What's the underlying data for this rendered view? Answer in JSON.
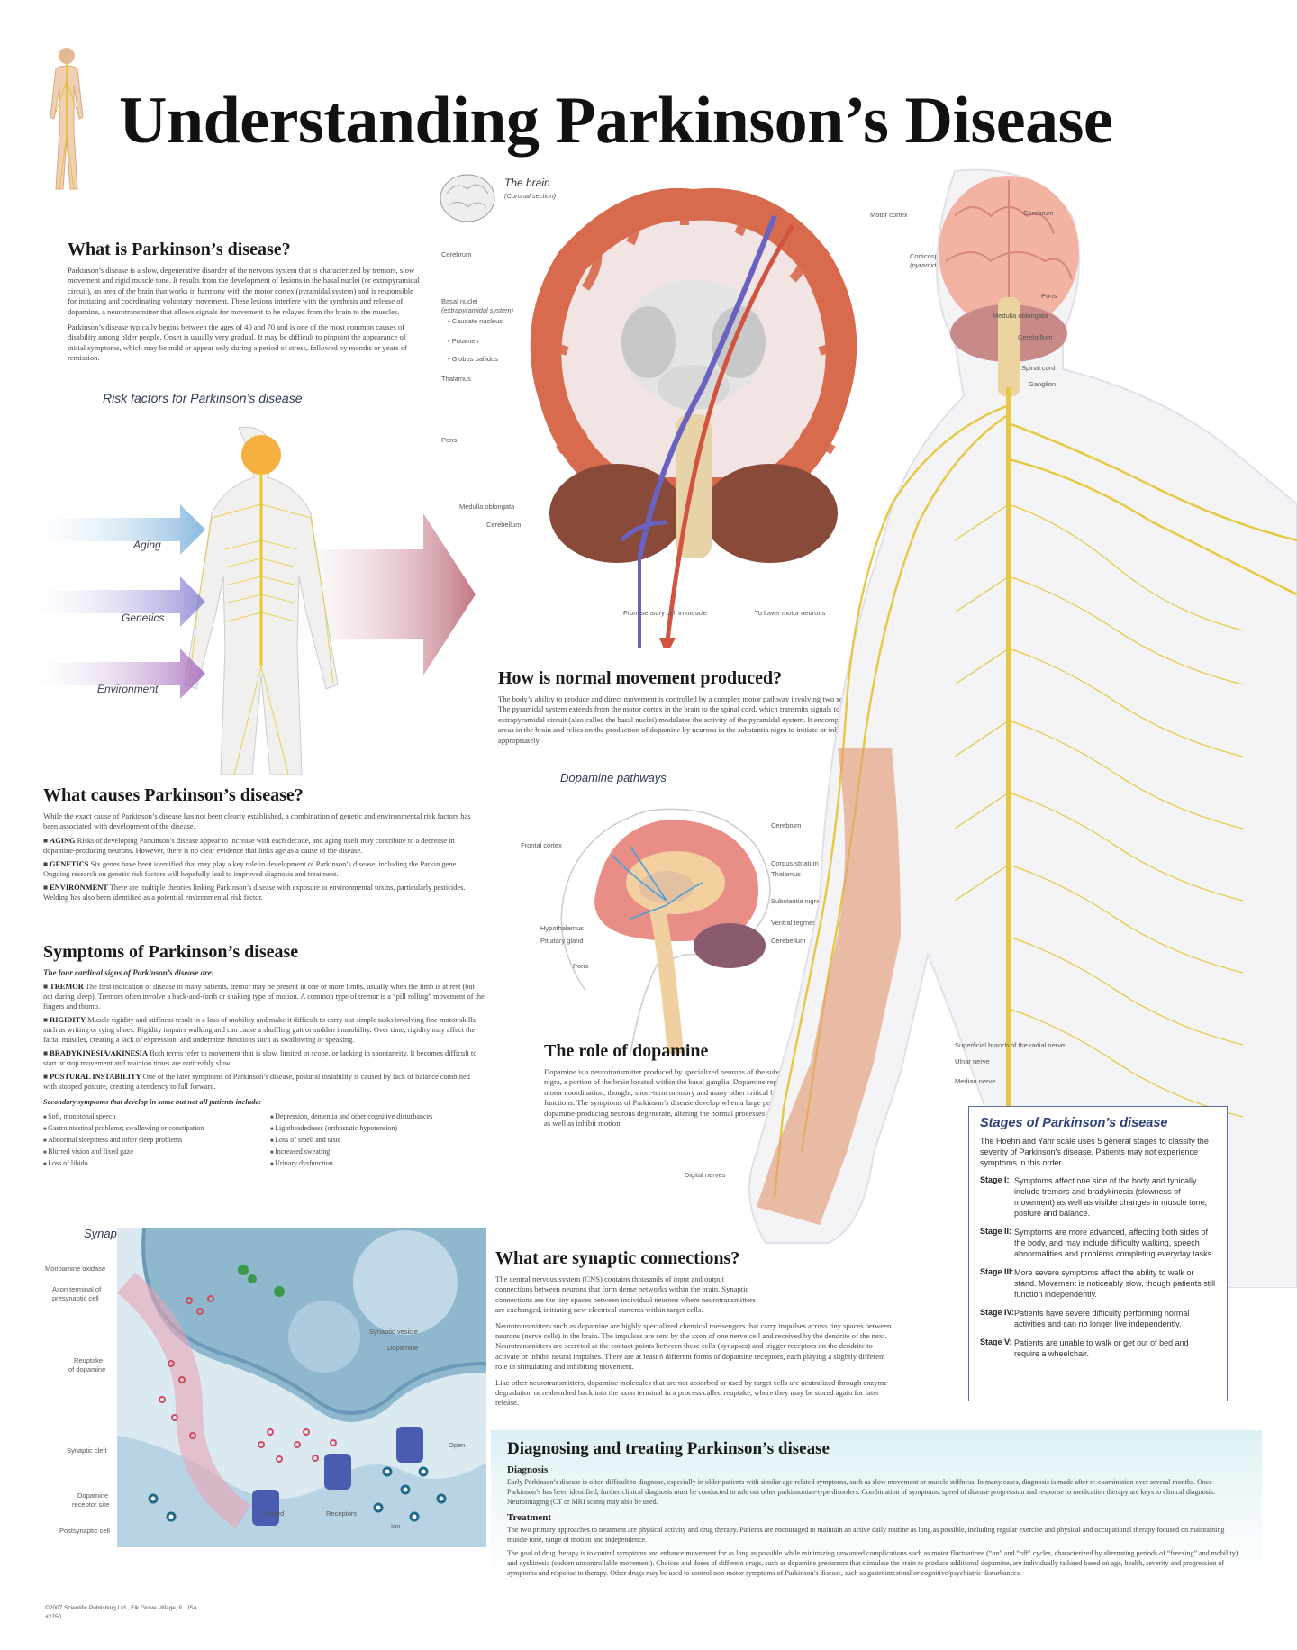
{
  "title": "Understanding Parkinson’s Disease",
  "what_is": {
    "heading": "What is Parkinson’s disease?",
    "p1": "Parkinson’s disease is a slow, degenerative disorder of the nervous system that is characterized by tremors, slow movement and rigid muscle tone. It results from the development of lesions in the basal nuclei (or extrapyramidal circuit), an area of the brain that works in harmony with the motor cortex (pyramidal system) and is responsible for initiating and coordinating voluntary movement. These lesions interfere with the synthesis and release of dopamine, a neurotransmitter that allows signals for movement to be relayed from the brain to the muscles.",
    "p2": "Parkinson’s disease typically begins between the ages of 40 and 70 and is one of the most common causes of disability among older people. Onset is usually very gradual. It may be difficult to pinpoint the appearance of initial symptoms, which may be mild or appear only during a period of stress, followed by months or years of remission."
  },
  "risk": {
    "heading": "Risk factors for Parkinson’s disease",
    "items": [
      "Aging",
      "Genetics",
      "Environment"
    ]
  },
  "causes": {
    "heading": "What causes Parkinson’s disease?",
    "intro": "While the exact cause of Parkinson’s disease has not been clearly established, a combination of genetic and environmental risk factors has been associated with development of the disease.",
    "items": [
      {
        "k": "AGING",
        "v": "Risks of developing Parkinson’s disease appear to increase with each decade, and aging itself may contribute to a decrease in dopamine-producing neurons. However, there is no clear evidence that links age as a cause of the disease."
      },
      {
        "k": "GENETICS",
        "v": "Six genes have been identified that may play a key role in development of Parkinson’s disease, including the Parkin gene. Ongoing research on genetic risk factors will hopefully lead to improved diagnosis and treatment."
      },
      {
        "k": "ENVIRONMENT",
        "v": "There are multiple theories linking Parkinson’s disease with exposure to environmental toxins, particularly pesticides. Welding has also been identified as a potential environmental risk factor."
      }
    ]
  },
  "symptoms": {
    "heading": "Symptoms of Parkinson’s disease",
    "cardinal_intro": "The four cardinal signs of Parkinson’s disease are:",
    "items": [
      {
        "k": "TREMOR",
        "v": "The first indication of disease in many patients, tremor may be present in one or more limbs, usually when the limb is at rest (but not during sleep). Tremors often involve a back-and-forth or shaking type of motion. A common type of tremor is a “pill rolling” movement of the fingers and thumb."
      },
      {
        "k": "RIGIDITY",
        "v": "Muscle rigidity and stiffness result in a loss of mobility and make it difficult to carry out simple tasks involving fine motor skills, such as writing or tying shoes. Rigidity impairs walking and can cause a shuffling gait or sudden immobility. Over time, rigidity may affect the facial muscles, creating a lack of expression, and undermine functions such as swallowing or speaking."
      },
      {
        "k": "BRADYKINESIA/AKINESIA",
        "v": "Both terms refer to movement that is slow, limited in scope, or lacking in spontaneity. It becomes difficult to start or stop movement and reaction times are noticeably slow."
      },
      {
        "k": "POSTURAL INSTABILITY",
        "v": "One of the later symptoms of Parkinson’s disease, postural instability is caused by lack of balance combined with stooped posture, creating a tendency to fall forward."
      }
    ],
    "secondary_intro": "Secondary symptoms that develop in some but not all patients include:",
    "secondary": [
      "Soft, monotonal speech",
      "Gastrointestinal problems; swallowing or constipation",
      "Abnormal sleepiness and other sleep problems",
      "Blurred vision and fixed gaze",
      "Loss of libido",
      "Depression, dementia and other cognitive disturbances",
      "Lightheadedness (orthostatic hypotension)",
      "Loss of smell and taste",
      "Increased sweating",
      "Urinary dysfunction"
    ]
  },
  "brain": {
    "title": "The brain",
    "subtitle": "(Coronal section)",
    "labels": {
      "motor_cortex": "Motor cortex",
      "corticospinal": "Corticospinal pathway",
      "pyramidal": "(pyramidal system)",
      "cerebrum": "Cerebrum",
      "basal": "Basal nuclei",
      "extrapyramidal": "(extrapyramidal system)",
      "caudate": "• Caudate nucleus",
      "putamen": "• Putamen",
      "globus": "• Globus pallidus",
      "thalamus": "Thalamus",
      "pons": "Pons",
      "medulla": "Medulla oblongata",
      "cerebellum": "Cerebellum",
      "from_sensory": "From sensory cell in muscle",
      "to_motor": "To lower motor neurons"
    }
  },
  "normal_movement": {
    "heading": "How is normal movement produced?",
    "text": "The body’s ability to produce and direct movement is controlled by a complex motor pathway involving two separate systems. The pyramidal system extends from the motor cortex in the brain to the spinal cord, which transmits signals to the muscles. The extrapyramidal circuit (also called the basal nuclei) modulates the activity of the pyramidal system. It encompasses 5 distinct areas in the brain and relies on the production of dopamine by neurons in the substantia nigra to initiate or inhibit movement appropriately."
  },
  "dopamine_pathways": {
    "title": "Dopamine pathways",
    "labels": {
      "frontal": "Frontal cortex",
      "cerebrum": "Cerebrum",
      "corpus": "Corpus striatum",
      "thalamus": "Thalamus",
      "substantia": "Substantia nigra",
      "vta": "Ventral tegmental area",
      "cerebellum": "Cerebellum",
      "hypothalamus": "Hypothalamus",
      "pituitary": "Pituitary gland",
      "pons": "Pons"
    }
  },
  "role_dopamine": {
    "heading": "The role of dopamine",
    "text": "Dopamine is a neurotransmitter produced by specialized neurons of the substantia nigra, a portion of the brain located within the basal ganglia. Dopamine regulates fine motor coordination, thought, short-term memory and many other critical body functions. The symptoms of Parkinson’s disease develop when a large percentage of dopamine-producing neurons degenerate, altering the normal processes that stimulate as well as inhibit motion."
  },
  "body_labels": {
    "cerebrum": "Cerebrum",
    "pons": "Pons",
    "medulla": "Medulla oblongata",
    "cerebellum": "Cerebellum",
    "spinal": "Spinal cord",
    "ganglion": "Ganglion",
    "radial": "Superficial branch of the radial nerve",
    "ulnar": "Ulnar nerve",
    "median": "Median nerve",
    "digital": "Digital nerves"
  },
  "stages": {
    "heading": "Stages of Parkinson’s disease",
    "intro": "The Hoehn and Yahr scale uses 5 general stages to classify the severity of Parkinson’s disease. Patients may not experience symptoms in this order.",
    "items": [
      {
        "k": "Stage I:",
        "v": "Symptoms affect one side of the body and typically include tremors and bradykinesia (slowness of movement) as well as visible changes in muscle tone, posture and balance."
      },
      {
        "k": "Stage II:",
        "v": "Symptoms are more advanced, affecting both sides of the body, and may include difficulty walking, speech abnormalities and problems completing everyday tasks."
      },
      {
        "k": "Stage III:",
        "v": "More severe symptoms affect the ability to walk or stand. Movement is noticeably slow, though patients still function independently."
      },
      {
        "k": "Stage IV:",
        "v": "Patients have severe difficulty performing normal activities and can no longer live independently."
      },
      {
        "k": "Stage V:",
        "v": "Patients are unable to walk or get out of bed and require a wheelchair."
      }
    ]
  },
  "synaptic_cleft": {
    "title": "Synaptic cleft",
    "labels": {
      "monoamine": "Monoamine oxidase",
      "axon1": "Axon terminal of",
      "axon2": "presynaptic cell",
      "reuptake1": "Reuptake",
      "reuptake2": "of dopamine",
      "cleft": "Synaptic cleft",
      "receptor1": "Dopamine",
      "receptor2": "receptor site",
      "postsynaptic": "Postsynaptic cell",
      "vesicle": "Synaptic vesicle",
      "dopamine": "Dopamine",
      "open": "Open",
      "closed": "Closed",
      "receptors": "Receptors",
      "ion": "Ion"
    }
  },
  "synaptic_connections": {
    "heading": "What are synaptic connections?",
    "p1": "The central nervous system (CNS) contains thousands of input and output connections between neurons that form dense networks within the brain. Synaptic connections are the tiny spaces between individual neurons where neurotransmitters are exchanged, initiating new electrical currents within target cells.",
    "p2": "Neurotransmitters such as dopamine are highly specialized chemical messengers that carry impulses across tiny spaces between neurons (nerve cells) in the brain. The impulses are sent by the axon of one nerve cell and received by the dendrite of the next. Neurotransmitters are secreted at the contact points between these cells (synapses) and trigger receptors on the dendrite to activate or inhibit neural impulses. There are at least 6 different forms of dopamine receptors, each playing a slightly different role in stimulating and inhibiting movement.",
    "p3": "Like other neurotransmitters, dopamine molecules that are not absorbed or used by target cells are neutralized through enzyme degradation or reabsorbed back into the axon terminal in a process called reuptake, where they may be stored again for later release."
  },
  "diagnosis": {
    "heading": "Diagnosing and treating Parkinson’s disease",
    "diag_h": "Diagnosis",
    "diag_p": "Early Parkinson’s disease is often difficult to diagnose, especially in older patients with similar age-related symptoms, such as slow movement or muscle stiffness. In many cases, diagnosis is made after re-examination over several months. Once Parkinson’s has been identified, further clinical diagnosis must be conducted to rule out other parkinsonian-type disorders. Combination of symptoms, speed of disease progression and response to medication therapy are keys to clinical diagnosis. Neuroimaging (CT or MRI scans) may also be used.",
    "treat_h": "Treatment",
    "treat_p1": "The two primary approaches to treatment are physical activity and drug therapy. Patients are encouraged to maintain an active daily routine as long as possible, including regular exercise and physical and occupational therapy focused on maintaining muscle tone, range of motion and independence.",
    "treat_p2": "The goal of drug therapy is to control symptoms and enhance movement for as long as possible while minimizing unwanted complications such as motor fluctuations (“on” and “off” cycles, characterized by alternating periods of “freezing” and mobility) and dyskinesia (sudden uncontrollable movement). Choices and doses of different drugs, such as dopamine precursors that stimulate the brain to produce additional dopamine, are individually tailored based on age, health, severity and progression of symptoms and response to therapy. Other drugs may be used to control non-motor symptoms of Parkinson’s disease, such as gastrointestinal or cognitive/psychiatric disturbances."
  },
  "copyright": "©2007 Scientific Publishing Ltd., Elk Grove Village, IL USA",
  "code": "#2750"
}
